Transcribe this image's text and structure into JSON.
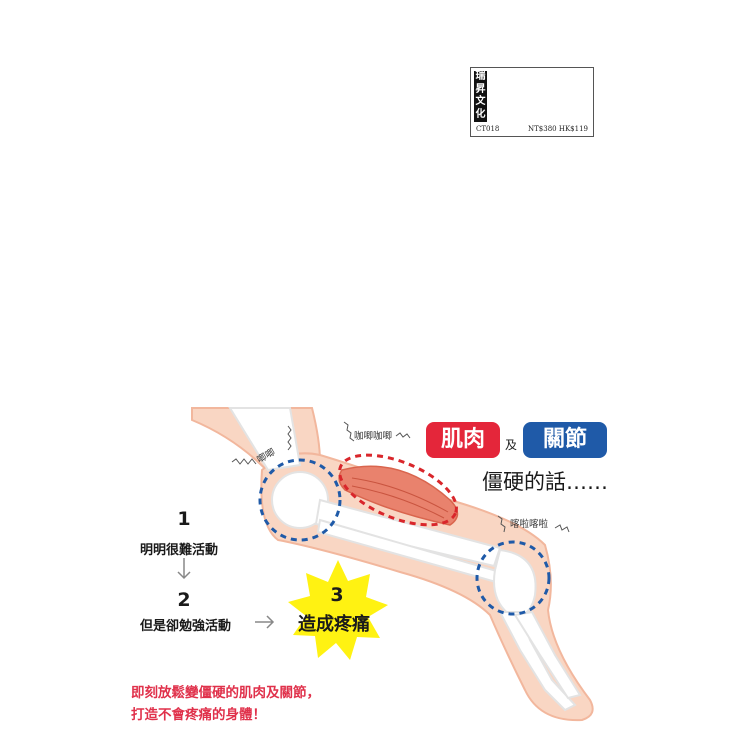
{
  "publisher": {
    "logo_chars": [
      "瑞",
      "昇",
      "文",
      "化"
    ],
    "code": "CT018",
    "price": "NT$380 HK$119"
  },
  "heading": {
    "badge1": "肌肉",
    "joiner": "及",
    "badge2": "關節",
    "subtitle": "僵硬的話……"
  },
  "sound_effects": {
    "knee": "唧唧",
    "muscle": "咖唧咖唧",
    "ankle": "喀啦喀啦"
  },
  "steps": [
    {
      "number": "1",
      "label": "明明很難活動"
    },
    {
      "number": "2",
      "label": "但是卻勉強活動"
    },
    {
      "number": "3",
      "label": "造成疼痛"
    }
  ],
  "footer": {
    "line1": "即刻放鬆變僵硬的肌肉及關節，",
    "line2": "打造不會疼痛的身體！"
  },
  "colors": {
    "badge_red": "#e4263a",
    "badge_blue": "#1f5aa8",
    "circle_blue": "#1f5aa8",
    "circle_red": "#d9262b",
    "burst_yellow": "#fff212",
    "footer_red": "#e0314b",
    "skin": "#f9d6c3",
    "muscle": "#e9826d"
  }
}
